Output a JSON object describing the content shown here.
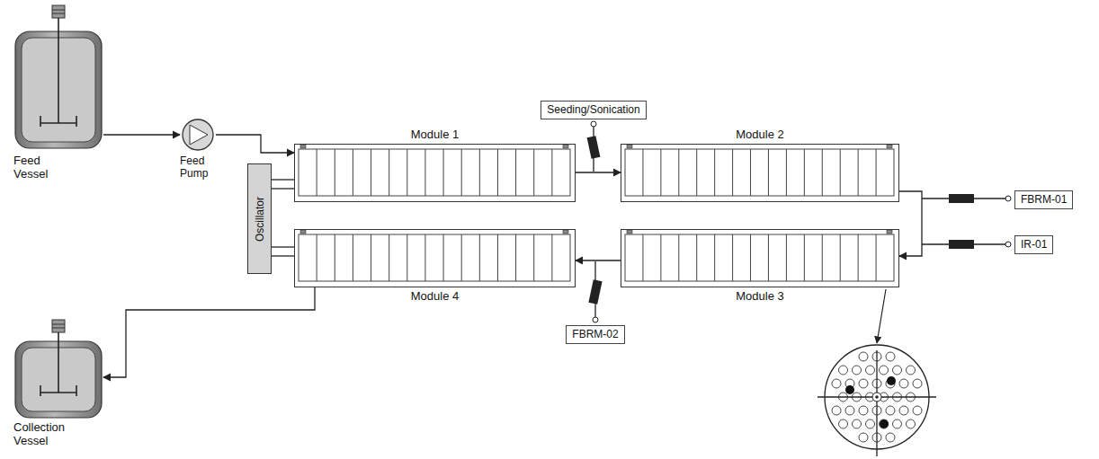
{
  "diagram": {
    "nodes": [
      {
        "text": [
          "Feed Vessel"
        ]
      },
      {
        "text": [
          "Feed Pump"
        ]
      },
      {
        "text": [
          "Oscillator"
        ]
      },
      {
        "text": [
          "Module 1"
        ]
      },
      {
        "text": [
          "Seeding/Sonication"
        ]
      },
      {
        "text": [
          "Module 2"
        ]
      },
      {
        "text": [
          "FBRM-01"
        ]
      },
      {
        "text": [
          "IR-01"
        ]
      },
      {
        "text": [
          "Module 3"
        ]
      },
      {
        "text": [
          "FBRM-02"
        ]
      },
      {
        "text": [
          "Module 4"
        ]
      },
      {
        "text": [
          "Collection Vessel"
        ]
      }
    ],
    "edges": [
      {
        "from": 0,
        "to": 1,
        "arrow": "to"
      },
      {
        "from": 1,
        "to": 3,
        "arrow": "to"
      },
      {
        "from": 3,
        "to": 5,
        "arrow": "to"
      },
      {
        "from": 5,
        "to": 8,
        "arrow": "to"
      },
      {
        "from": 8,
        "to": 10,
        "arrow": "to"
      },
      {
        "from": 10,
        "to": 11,
        "arrow": "to"
      },
      {
        "from": 2,
        "to": 3,
        "arrow": "none"
      },
      {
        "from": 2,
        "to": 10,
        "arrow": "none"
      }
    ]
  }
}
